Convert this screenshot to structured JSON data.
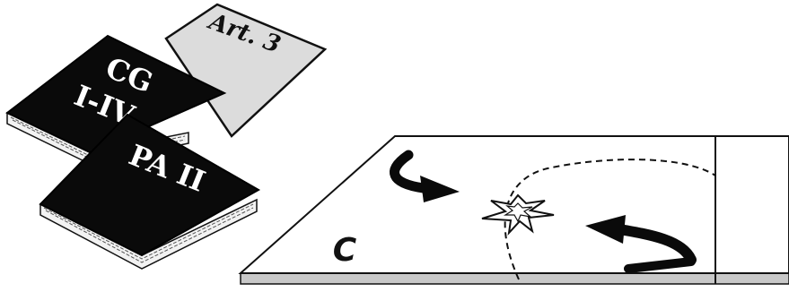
{
  "sheet": {
    "label": "Art. 3",
    "color": "#dcdcdc"
  },
  "book_cg": {
    "line1": "CG",
    "line2": "I-IV",
    "color": "#0a0a0a"
  },
  "book_pa": {
    "label": "PA II",
    "color": "#0a0a0a"
  },
  "plane": {
    "label": "C",
    "edge_color": "#c8c8c8"
  },
  "icons": {
    "arrow_top": "curved-arrow-icon",
    "arrow_right": "curved-arrow-icon",
    "collision": "starburst-icon"
  }
}
